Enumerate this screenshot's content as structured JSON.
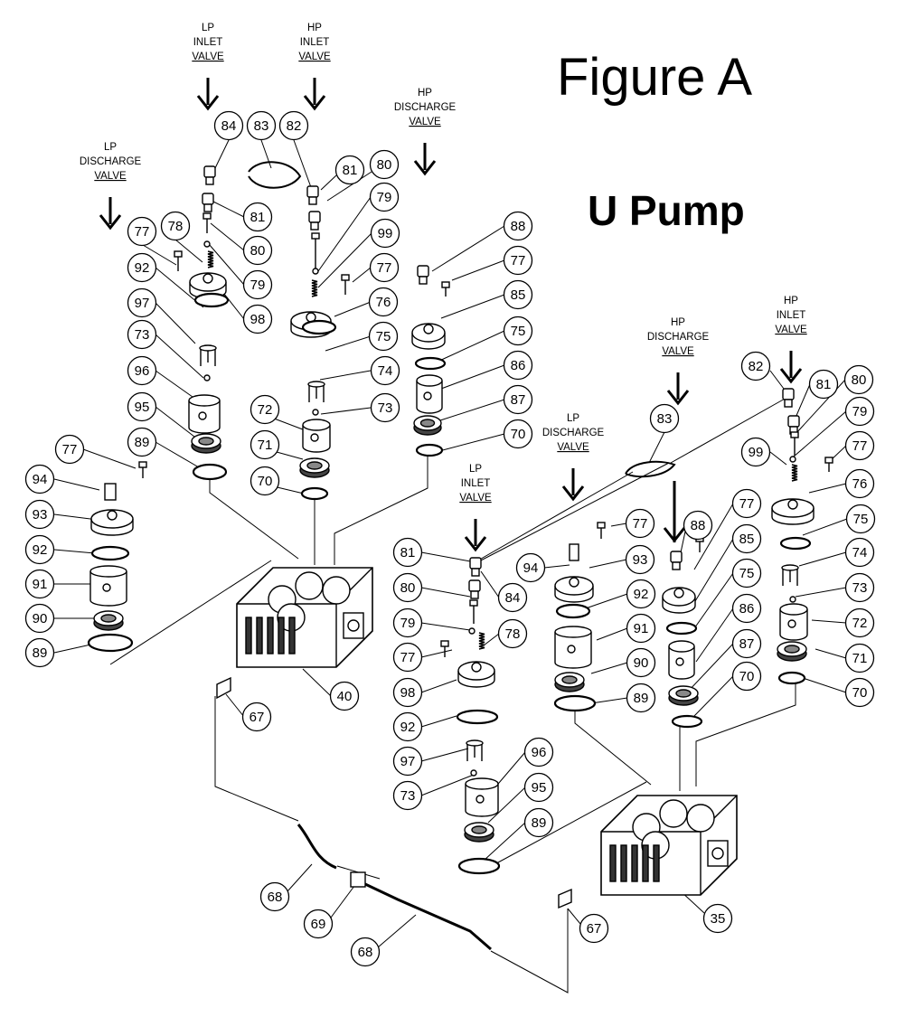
{
  "figure_title": "Figure A",
  "pump_title": "U Pump",
  "valve_labels": [
    {
      "lines": [
        "LP",
        "INLET",
        "VALVE"
      ]
    },
    {
      "lines": [
        "HP",
        "INLET",
        "VALVE"
      ]
    },
    {
      "lines": [
        "HP",
        "DISCHARGE",
        "VALVE"
      ]
    },
    {
      "lines": [
        "LP",
        "DISCHARGE",
        "VALVE"
      ]
    },
    {
      "lines": [
        "HP",
        "DISCHARGE",
        "VALVE"
      ]
    },
    {
      "lines": [
        "HP",
        "INLET",
        "VALVE"
      ]
    },
    {
      "lines": [
        "LP",
        "DISCHARGE",
        "VALVE"
      ]
    },
    {
      "lines": [
        "LP",
        "INLET",
        "VALVE"
      ]
    }
  ],
  "part_callouts": [
    "84",
    "83",
    "82",
    "81",
    "80",
    "81",
    "80",
    "79",
    "79",
    "99",
    "77",
    "78",
    "77",
    "98",
    "92",
    "76",
    "75",
    "97",
    "74",
    "73",
    "73",
    "96",
    "72",
    "95",
    "71",
    "89",
    "70",
    "77",
    "94",
    "93",
    "92",
    "91",
    "90",
    "89",
    "40",
    "67",
    "88",
    "77",
    "85",
    "75",
    "86",
    "87",
    "70",
    "82",
    "81",
    "80",
    "79",
    "99",
    "77",
    "76",
    "75",
    "74",
    "73",
    "72",
    "71",
    "70",
    "83",
    "81",
    "84",
    "80",
    "79",
    "77",
    "78",
    "98",
    "92",
    "97",
    "73",
    "96",
    "95",
    "89",
    "77",
    "94",
    "93",
    "92",
    "91",
    "90",
    "89",
    "88",
    "77",
    "85",
    "75",
    "86",
    "87",
    "70",
    "35",
    "67",
    "68",
    "69",
    "68"
  ]
}
